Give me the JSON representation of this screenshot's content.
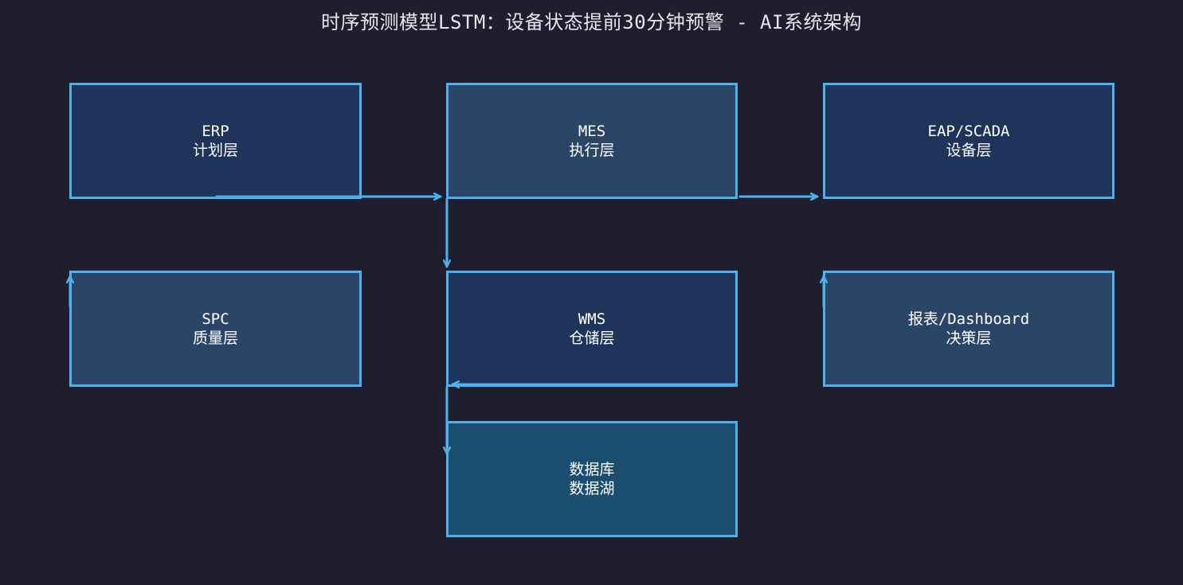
{
  "title": "时序预测模型LSTM：设备状态提前30分钟预警 - AI系统架构",
  "nodes": {
    "erp": {
      "name": "ERP",
      "layer": "计划层"
    },
    "mes": {
      "name": "MES",
      "layer": "执行层"
    },
    "eap": {
      "name": "EAP/SCADA",
      "layer": "设备层"
    },
    "spc": {
      "name": "SPC",
      "layer": "质量层"
    },
    "wms": {
      "name": "WMS",
      "layer": "仓储层"
    },
    "report": {
      "name": "报表/Dashboard",
      "layer": "决策层"
    },
    "db": {
      "name": "数据库",
      "layer": "数据湖"
    }
  },
  "colors": {
    "background": "#1e1e2e",
    "border": "#4db2ec",
    "arrow": "#4db2ec",
    "box_dark": "#1e345a",
    "box_mid": "#2b4566",
    "box_teal": "#1b4d6e"
  }
}
